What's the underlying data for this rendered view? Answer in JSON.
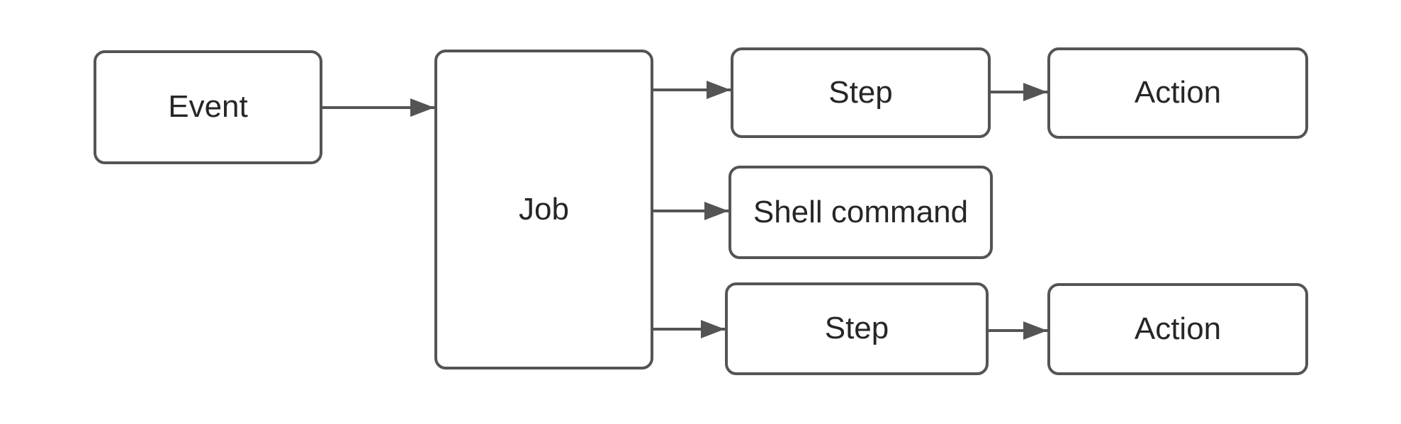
{
  "diagram": {
    "type": "flowchart",
    "nodes": {
      "event": {
        "label": "Event"
      },
      "job": {
        "label": "Job"
      },
      "step_top": {
        "label": "Step"
      },
      "action_top": {
        "label": "Action"
      },
      "shell_command": {
        "label": "Shell command"
      },
      "step_bottom": {
        "label": "Step"
      },
      "action_bottom": {
        "label": "Action"
      }
    },
    "edges": [
      {
        "from": "event",
        "to": "job"
      },
      {
        "from": "job",
        "to": "step_top"
      },
      {
        "from": "job",
        "to": "shell_command"
      },
      {
        "from": "job",
        "to": "step_bottom"
      },
      {
        "from": "step_top",
        "to": "action_top"
      },
      {
        "from": "step_bottom",
        "to": "action_bottom"
      }
    ]
  },
  "colors": {
    "background": "#ffffff",
    "node_fill": "#ffffff",
    "stroke": "#545454",
    "text": "#262626"
  }
}
